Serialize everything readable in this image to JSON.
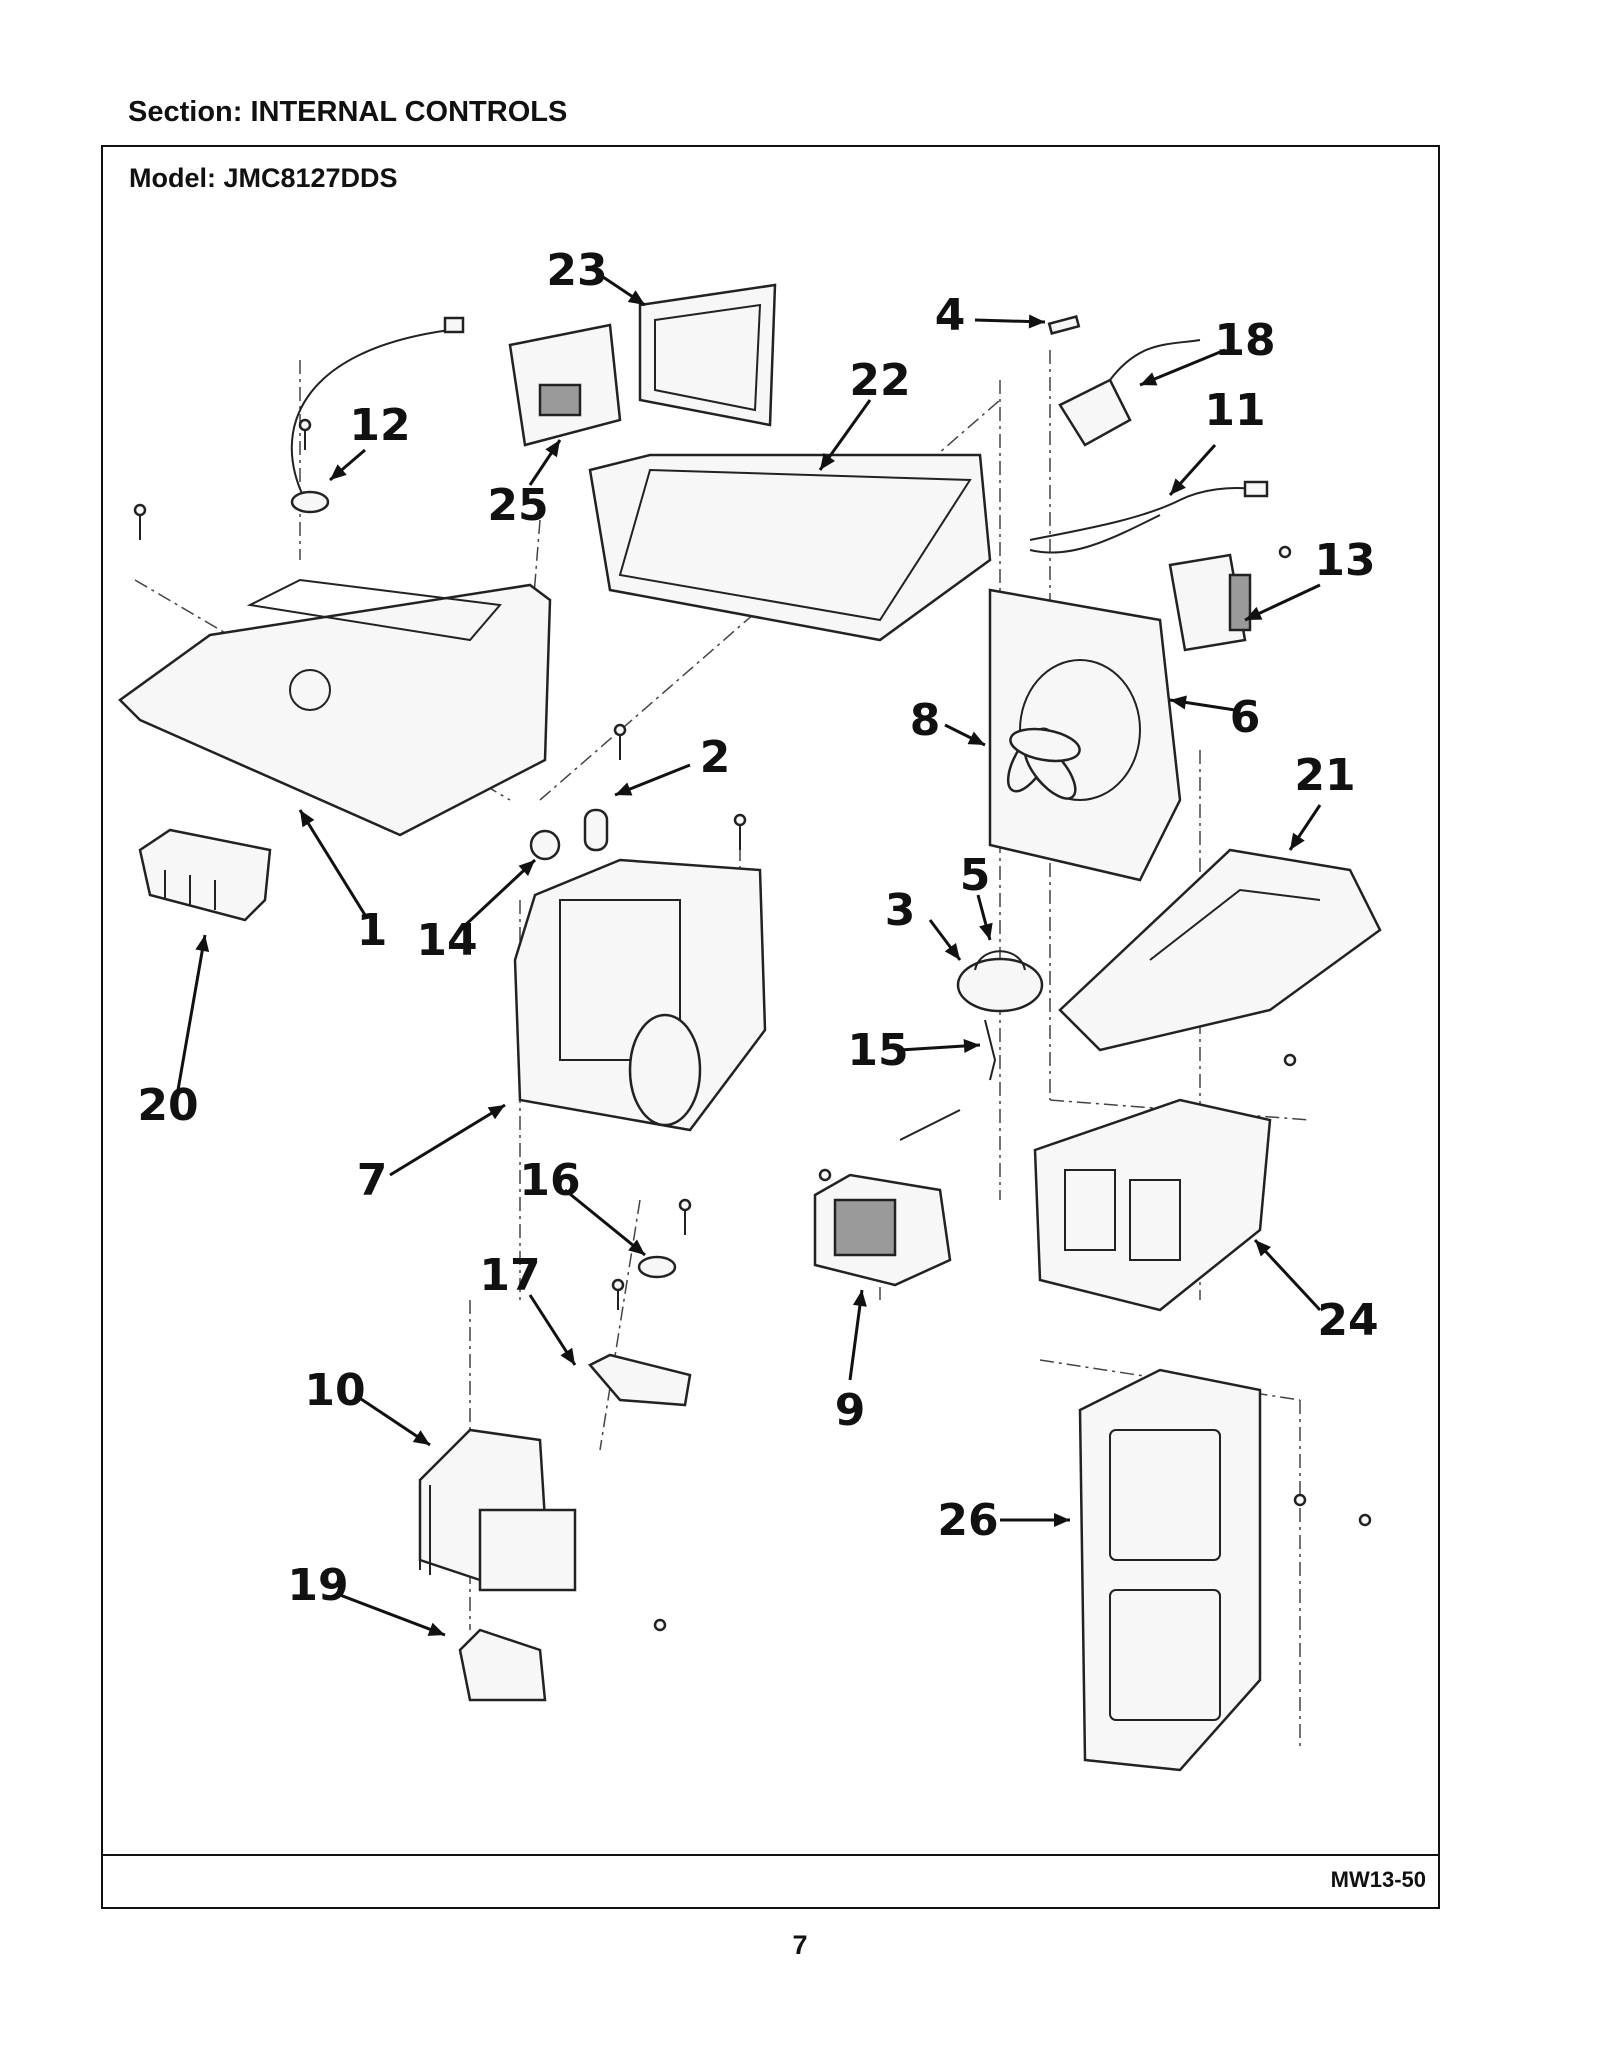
{
  "header": {
    "section_title": "Section:  INTERNAL CONTROLS"
  },
  "frame": {
    "model_title": "Model:  JMC8127DDS"
  },
  "footer": {
    "doc_code": "MW13-50",
    "page_number": "7"
  },
  "callouts": [
    {
      "label": "1"
    },
    {
      "label": "2"
    },
    {
      "label": "3"
    },
    {
      "label": "4"
    },
    {
      "label": "5"
    },
    {
      "label": "6"
    },
    {
      "label": "7"
    },
    {
      "label": "8"
    },
    {
      "label": "9"
    },
    {
      "label": "10"
    },
    {
      "label": "11"
    },
    {
      "label": "12"
    },
    {
      "label": "13"
    },
    {
      "label": "14"
    },
    {
      "label": "15"
    },
    {
      "label": "16"
    },
    {
      "label": "17"
    },
    {
      "label": "18"
    },
    {
      "label": "19"
    },
    {
      "label": "20"
    },
    {
      "label": "21"
    },
    {
      "label": "22"
    },
    {
      "label": "23"
    },
    {
      "label": "24"
    },
    {
      "label": "25"
    },
    {
      "label": "26"
    }
  ]
}
